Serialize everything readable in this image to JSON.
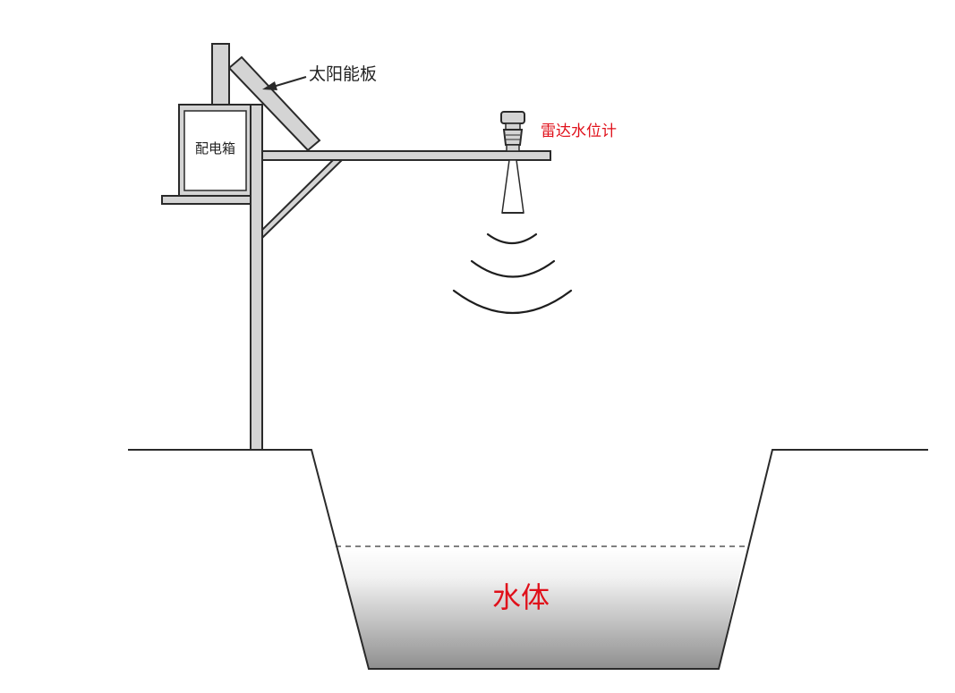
{
  "labels": {
    "solar_panel": "太阳能板",
    "distribution_box": "配电箱",
    "radar_gauge": "雷达水位计",
    "water_body": "水体"
  },
  "colors": {
    "structure_fill": "#d4d4d4",
    "outline": "#2a2a2a",
    "label_dark": "#222222",
    "label_red": "#e0101a",
    "water_top": "#ffffff",
    "water_bottom": "#8f8f8f"
  },
  "icons": {
    "radar": "radar-gauge-icon",
    "signal": "signal-waves-icon"
  }
}
